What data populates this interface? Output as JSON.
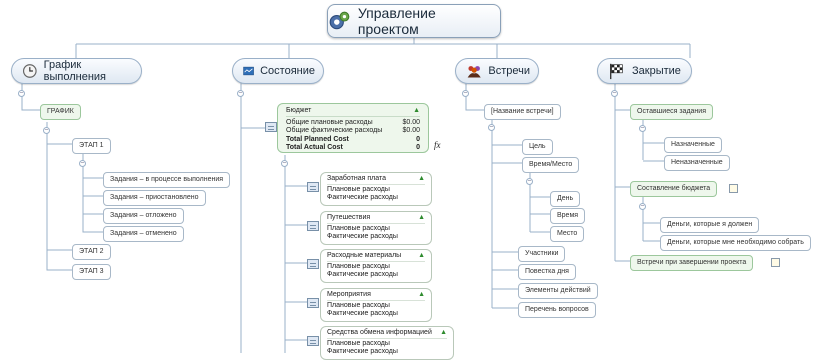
{
  "root": {
    "title": "Управление проектом",
    "icon": "gears-icon"
  },
  "branches": {
    "schedule": {
      "label": "График выполнения",
      "icon": "clock-icon"
    },
    "status": {
      "label": "Состояние",
      "icon": "dashboard-icon"
    },
    "meetings": {
      "label": "Встречи",
      "icon": "people-icon"
    },
    "closing": {
      "label": "Закрытие",
      "icon": "checkered-flag-icon"
    }
  },
  "schedule": {
    "graph": "ГРАФИК",
    "stage1": "ЭТАП 1",
    "tasks": [
      "Задания – в процессе выполнения",
      "Задания – приостановлено",
      "Задания – отложено",
      "Задания – отменено"
    ],
    "stage2": "ЭТАП 2",
    "stage3": "ЭТАП 3"
  },
  "budget": {
    "title": "Бюджет",
    "rows": [
      {
        "label": "Общие плановые расходы",
        "value": "$0.00",
        "bold": false
      },
      {
        "label": "Общие фактические расходы",
        "value": "$0.00",
        "bold": false
      },
      {
        "label": "Total Planned Cost",
        "value": "0",
        "bold": true
      },
      {
        "label": "Total Actual Cost",
        "value": "0",
        "bold": true
      }
    ],
    "formula_icon": "fx"
  },
  "expenses": {
    "items": [
      {
        "title": "Заработная плата",
        "planned": "Плановые расходы",
        "actual": "Фактические расходы"
      },
      {
        "title": "Путешествия",
        "planned": "Плановые расходы",
        "actual": "Фактические расходы"
      },
      {
        "title": "Расходные материалы",
        "planned": "Плановые расходы",
        "actual": "Фактические расходы"
      },
      {
        "title": "Мероприятия",
        "planned": "Плановые расходы",
        "actual": "Фактические расходы"
      },
      {
        "title": "Средства обмена информацией",
        "planned": "Плановые расходы",
        "actual": "Фактические расходы"
      }
    ]
  },
  "meetings": {
    "name": "[Название встречи]",
    "goal": "Цель",
    "time_place": "Время/Место",
    "day": "День",
    "time": "Время",
    "place": "Место",
    "participants": "Участники",
    "agenda": "Повестка дня",
    "action_items": "Элементы действий",
    "questions": "Перечень вопросов"
  },
  "closing": {
    "remaining": "Оставшиеся задания",
    "assigned": "Назначенные",
    "unassigned": "Неназначенные",
    "budget": "Составление бюджета",
    "owed": "Деньги, которые я должен",
    "to_collect": "Деньги, которые мне необходимо собрать",
    "meetings_after": "Встречи при завершении проекта"
  },
  "colors": {
    "line": "#9ab0c8",
    "green_fill": "#eef7ec",
    "green_border": "#9cc79c",
    "accent_triangle": "#2e8b2e"
  }
}
